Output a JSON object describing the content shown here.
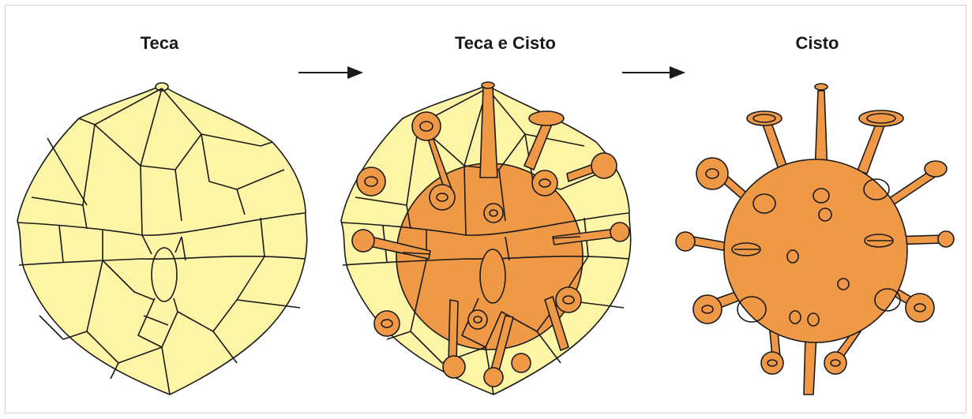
{
  "titles": {
    "theca": "Teca",
    "theca_cyst": "Teca e Cisto",
    "cyst": "Cisto"
  },
  "colors": {
    "theca_fill": "#fdf5a6",
    "cyst_fill": "#ef9947",
    "outline": "#1a1a1a",
    "arrow": "#1a1a1a"
  }
}
